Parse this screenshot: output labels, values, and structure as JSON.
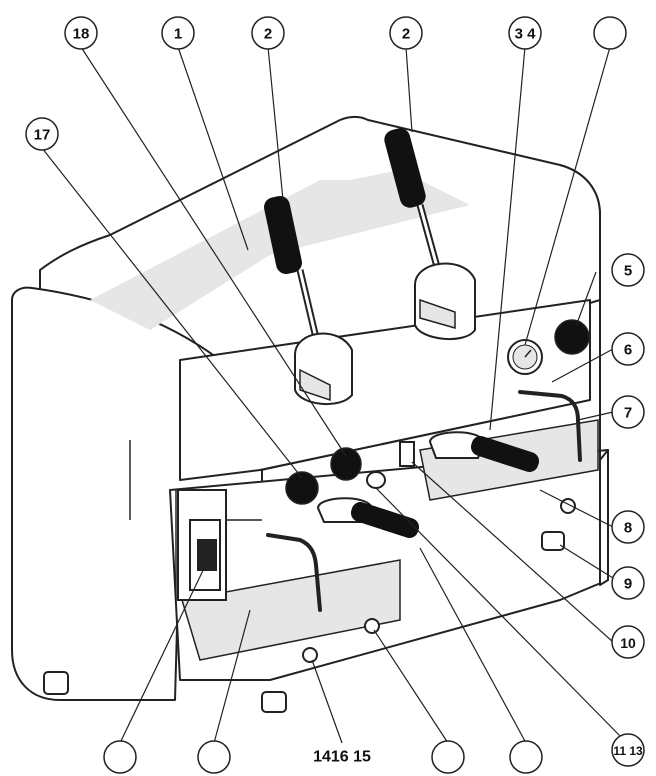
{
  "callouts": {
    "top": [
      {
        "id": "callout-18",
        "label": "18"
      },
      {
        "id": "callout-1",
        "label": "1"
      },
      {
        "id": "callout-2a",
        "label": "2"
      },
      {
        "id": "callout-2b",
        "label": "2"
      },
      {
        "id": "callout-3-4",
        "label": "3 4"
      },
      {
        "id": "callout-top-blank",
        "label": ""
      }
    ],
    "left": [
      {
        "id": "callout-17",
        "label": "17"
      }
    ],
    "right": [
      {
        "id": "callout-5",
        "label": "5"
      },
      {
        "id": "callout-6",
        "label": "6"
      },
      {
        "id": "callout-7",
        "label": "7"
      },
      {
        "id": "callout-8",
        "label": "8"
      },
      {
        "id": "callout-9",
        "label": "9"
      },
      {
        "id": "callout-10",
        "label": "10"
      },
      {
        "id": "callout-11-13",
        "label": "11 13"
      }
    ],
    "bottom": [
      {
        "id": "callout-bottom-1",
        "label": ""
      },
      {
        "id": "callout-bottom-2",
        "label": ""
      },
      {
        "id": "callout-14-16-15",
        "label": "1416 15"
      },
      {
        "id": "callout-bottom-4",
        "label": ""
      },
      {
        "id": "callout-bottom-5",
        "label": ""
      }
    ]
  },
  "colors": {
    "line": "#222222",
    "knob": "#111111",
    "panel": "#e6e6e6",
    "body": "#ffffff"
  }
}
